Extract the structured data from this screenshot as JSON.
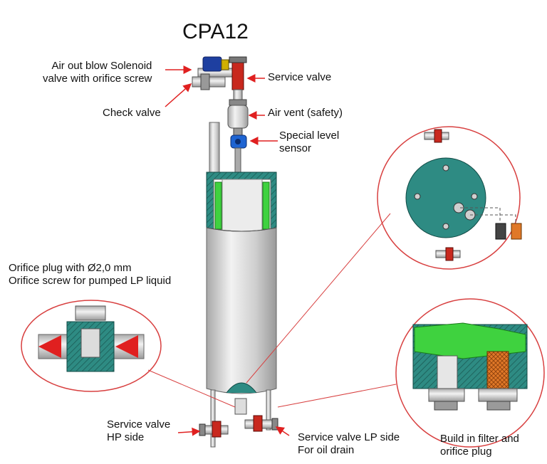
{
  "title": "CPA12",
  "labels": {
    "solenoid": [
      "Air out blow Solenoid",
      "valve with orifice screw"
    ],
    "service_valve_top": "Service valve",
    "check_valve": "Check valve",
    "air_vent": "Air vent (safety)",
    "level_sensor": [
      "Special level",
      "sensor"
    ],
    "orifice_plug": [
      "Orifice plug with Ø2,0 mm",
      "Orifice screw  for pumped LP liquid"
    ],
    "service_valve_hp": [
      "Service valve",
      "HP side"
    ],
    "service_valve_lp": [
      "Service valve LP side",
      "For oil drain"
    ],
    "filter": [
      "Build in filter and",
      "orifice plug"
    ]
  },
  "colors": {
    "teal": "#2e8b83",
    "green": "#3fd23f",
    "valve_red": "#c8281e",
    "arrow_red": "#e02020",
    "sensor_blue": "#1e64d2",
    "steel": "#c8c8c8",
    "filter_orange": "#e07828"
  }
}
